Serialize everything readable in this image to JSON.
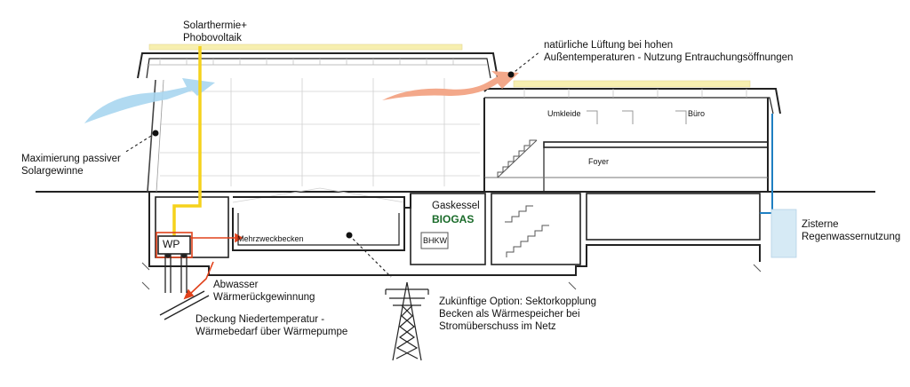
{
  "labels": {
    "solar_line1": "Solarthermie+",
    "solar_line2": "Phobovoltaik",
    "ventilation_line1": "natürliche Lüftung bei hohen",
    "ventilation_line2": "Außentemperaturen - Nutzung Entrauchungsöffnungen",
    "passive_line1": "Maximierung passiver",
    "passive_line2": "Solargewinne",
    "umkleide": "Umkleide",
    "buero": "Büro",
    "foyer": "Foyer",
    "gaskessel": "Gaskessel",
    "biogas": "BIOGAS",
    "bhkw": "BHKW",
    "wp": "WP",
    "mehrzweckbecken": "Mehrzweckbecken",
    "zisterne_line1": "Zisterne",
    "zisterne_line2": "Regenwassernutzung",
    "abwasser_line1": "Abwasser",
    "abwasser_line2": "Wärmerückgewinnung",
    "deckung_line1": "Deckung Niedertemperatur -",
    "deckung_line2": "Wärmebedarf über Wärmepumpe",
    "zukunft_line1": "Zukünftige Option: Sektorkopplung",
    "zukunft_line2": "Becken als Wärmespeicher bei",
    "zukunft_line3": "Stromüberschuss im Netz"
  },
  "colors": {
    "solar_panel": "#f7efb0",
    "solar_pipe": "#f5d21c",
    "cold_air": "#a8d6ef",
    "warm_air": "#f3a88a",
    "heat_red": "#e0421c",
    "rain_blue": "#1f7fc2",
    "cistern": "#d6eaf5",
    "biogas_green": "#1a6b2a"
  }
}
